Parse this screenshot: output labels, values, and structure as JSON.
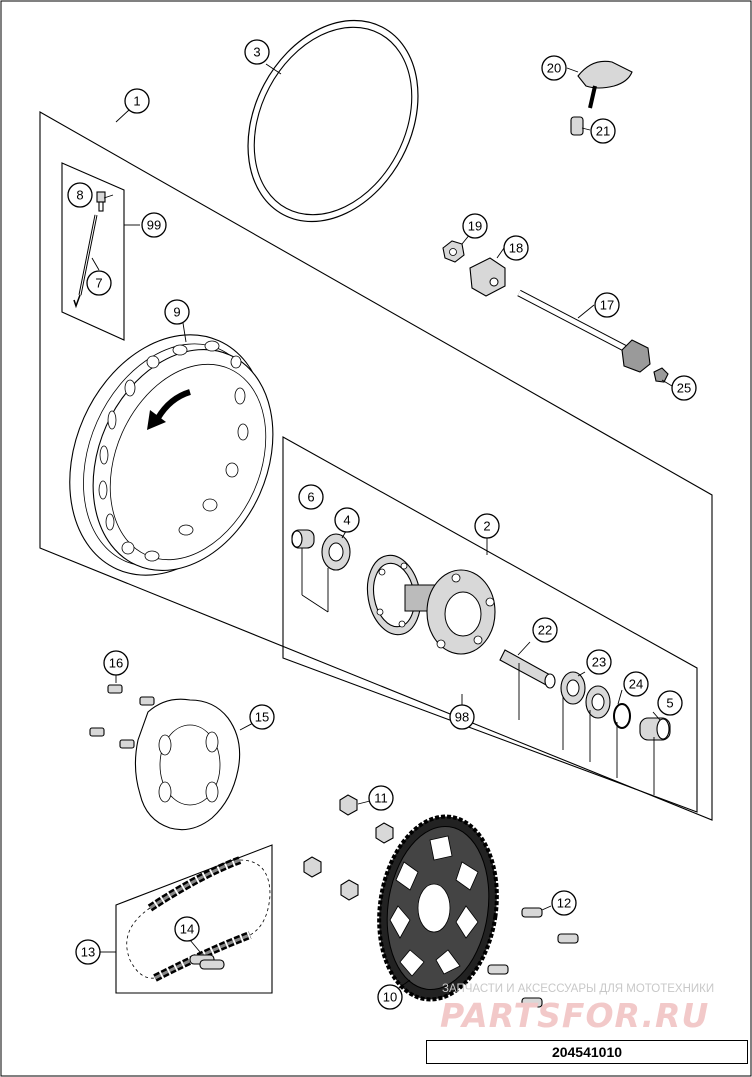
{
  "callouts": {
    "c1": "1",
    "c2": "2",
    "c3": "3",
    "c4": "4",
    "c5": "5",
    "c6": "6",
    "c7": "7",
    "c8": "8",
    "c9": "9",
    "c10": "10",
    "c11": "11",
    "c12": "12",
    "c13": "13",
    "c14": "14",
    "c15": "15",
    "c16": "16",
    "c17": "17",
    "c18": "18",
    "c19": "19",
    "c20": "20",
    "c21": "21",
    "c22": "22",
    "c23": "23",
    "c24": "24",
    "c25": "25",
    "c98": "98",
    "c99": "99"
  },
  "watermark": {
    "line1": "ЗАПЧАСТИ И АКСЕССУАРЫ ДЛЯ МОТОТЕХНИКИ",
    "logo": "PARTSFOR.RU"
  },
  "drawing_number": "204541010"
}
